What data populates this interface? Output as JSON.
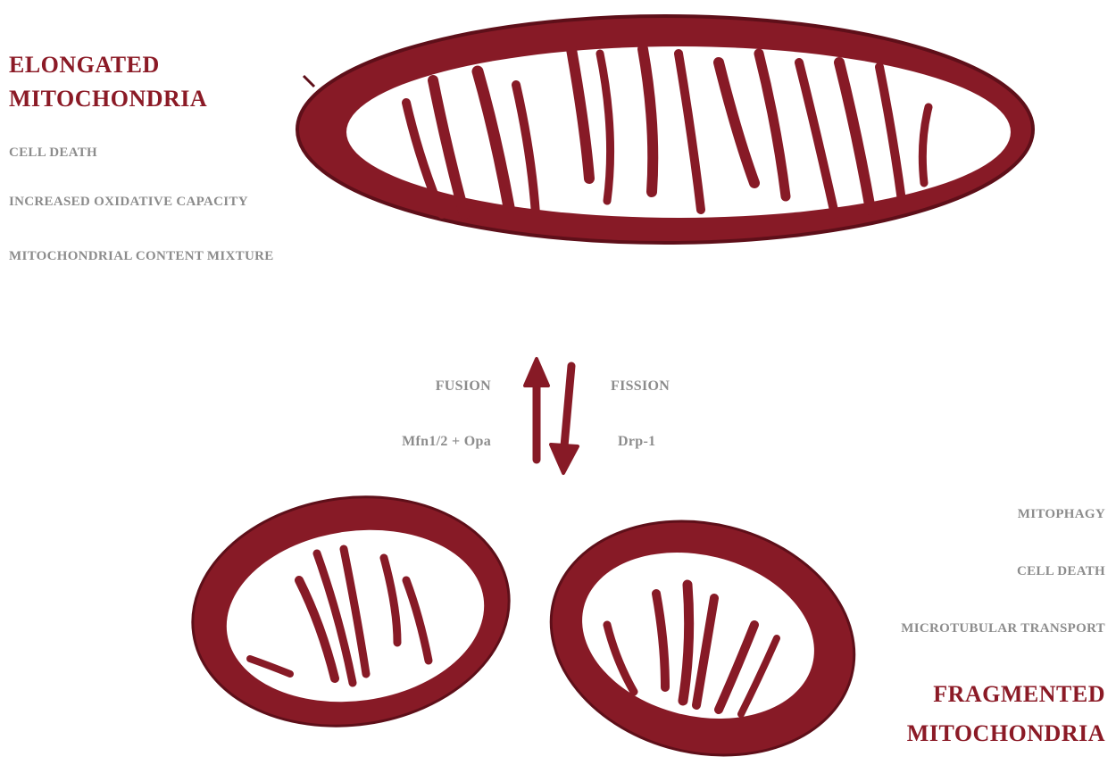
{
  "colors": {
    "mitochondria": "#871a26",
    "outline": "#5e0f19",
    "title_text": "#8b1a26",
    "label_text": "#8c8c8c"
  },
  "elongated": {
    "title_line1": "ELONGATED",
    "title_line2": "MITOCHONDRIA",
    "functions": [
      "CELL DEATH",
      "INCREASED OXIDATIVE CAPACITY",
      "MITOCHONDRIAL CONTENT MIXTURE"
    ]
  },
  "processes": {
    "fusion_label": "FUSION",
    "fusion_proteins": "Mfn1/2 + Opa",
    "fission_label": "FISSION",
    "fission_proteins": "Drp-1"
  },
  "fragmented": {
    "functions": [
      "MITOPHAGY",
      "CELL DEATH",
      "MICROTUBULAR TRANSPORT"
    ],
    "title_line1": "FRAGMENTED",
    "title_line2": "MITOCHONDRIA"
  },
  "icons": {
    "fusion_arrow": "arrow-up-icon",
    "fission_arrow": "arrow-down-icon"
  }
}
